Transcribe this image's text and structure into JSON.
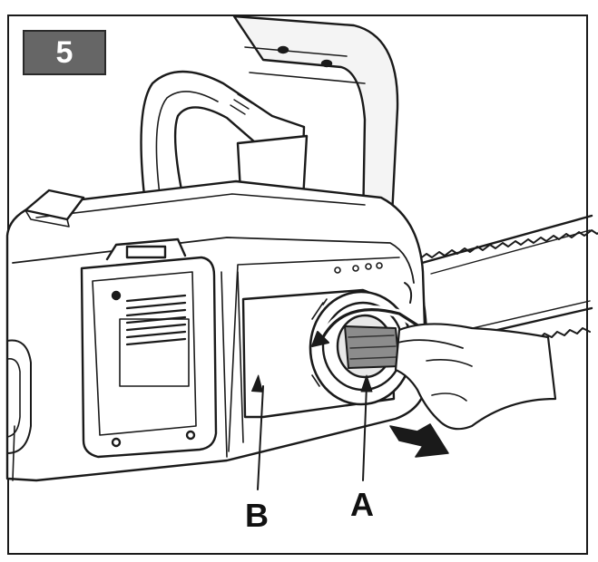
{
  "figure": {
    "step_number": "5",
    "labels": {
      "a": "A",
      "b": "B"
    }
  }
}
